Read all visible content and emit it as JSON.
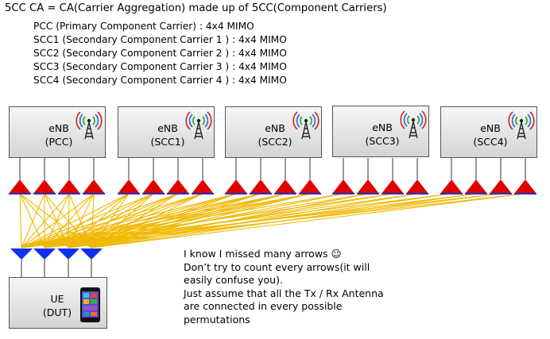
{
  "title": "5CC CA = CA(Carrier Aggregation) made up of 5CC(Component Carriers)",
  "carrier_list": [
    "PCC (Primary Component Carrier) : 4x4 MIMO",
    "SCC1 (Secondary Component Carrier 1 ) : 4x4 MIMO",
    "SCC2 (Secondary Component Carrier 2 ) : 4x4 MIMO",
    "SCC3 (Secondary Component Carrier 3 ) : 4x4 MIMO",
    "SCC4 (Secondary Component Carrier 4 ) : 4x4 MIMO"
  ],
  "enbs": [
    {
      "line1": "eNB",
      "line2": "(PCC)"
    },
    {
      "line1": "eNB",
      "line2": "(SCC1)"
    },
    {
      "line1": "eNB",
      "line2": "(SCC2)"
    },
    {
      "line1": "eNB",
      "line2": "(SCC3)"
    },
    {
      "line1": "eNB",
      "line2": "(SCC4)"
    }
  ],
  "ue": {
    "line1": "UE",
    "line2": "(DUT)"
  },
  "note_lines": [
    "I know I missed many arrows ☺",
    "Don’t try to count every arrows(it will",
    "easily confuse you).",
    "Just assume that all the Tx / Rx Antenna",
    "are connected in every possible",
    "permutations"
  ],
  "icons": {
    "enb": "cell-tower-icon",
    "ue": "smartphone-icon"
  },
  "colors": {
    "tx_antenna": "#e00000",
    "tx_antenna_base": "#2233cc",
    "rx_antenna": "#1030ee",
    "arrow": "#f0b800"
  }
}
